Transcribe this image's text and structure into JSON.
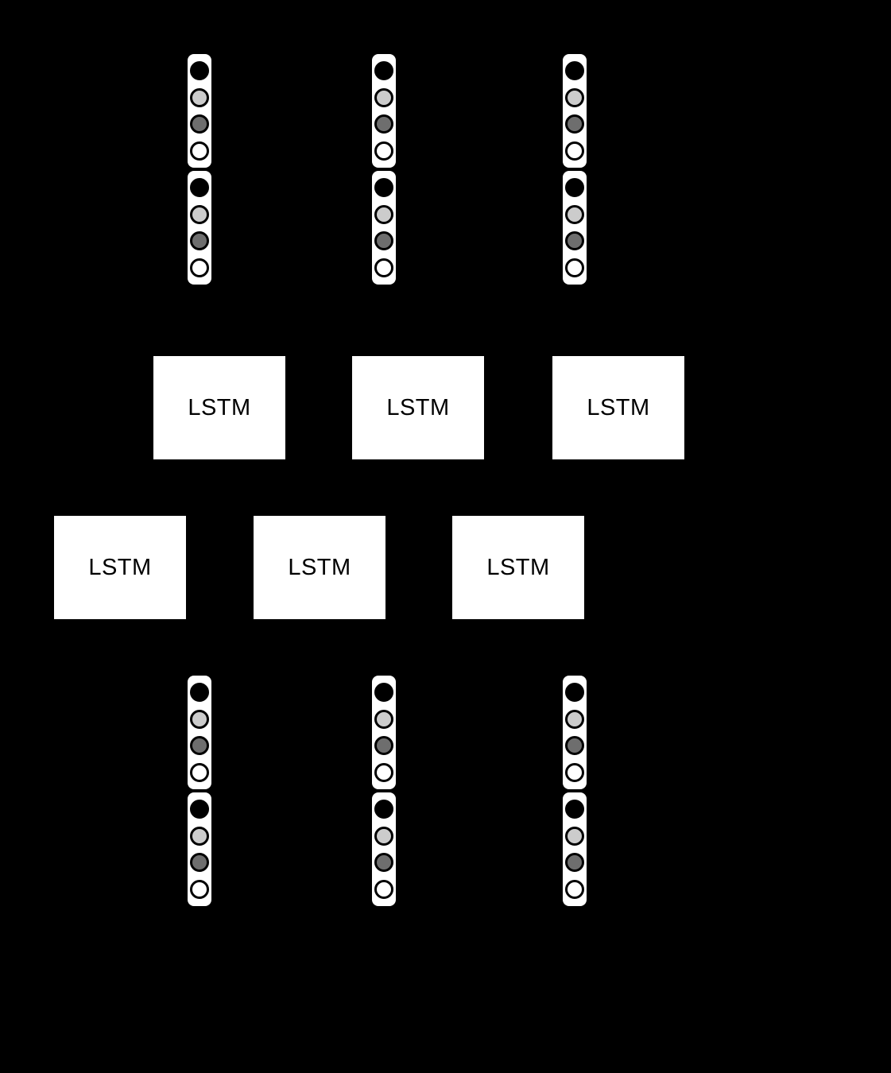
{
  "colors": {
    "background": "#000000",
    "node_box_fill": "#ffffff",
    "node_box_text": "#000000",
    "capsule_fill": "#ffffff",
    "circle_outline": "#000000",
    "shades": {
      "black": "#000000",
      "light-gray": "#cccccc",
      "dark-gray": "#6e6e6e",
      "white": "#ffffff"
    }
  },
  "lstm_boxes": {
    "top_row": [
      "LSTM",
      "LSTM",
      "LSTM"
    ],
    "bottom_row": [
      "LSTM",
      "LSTM",
      "LSTM"
    ]
  },
  "vector_capsule_pattern": [
    "black",
    "light-gray",
    "dark-gray",
    "white"
  ],
  "vector_columns": {
    "top_count": 3,
    "bottom_count": 3,
    "capsules_per_column": 2,
    "circles_per_capsule": 4
  }
}
